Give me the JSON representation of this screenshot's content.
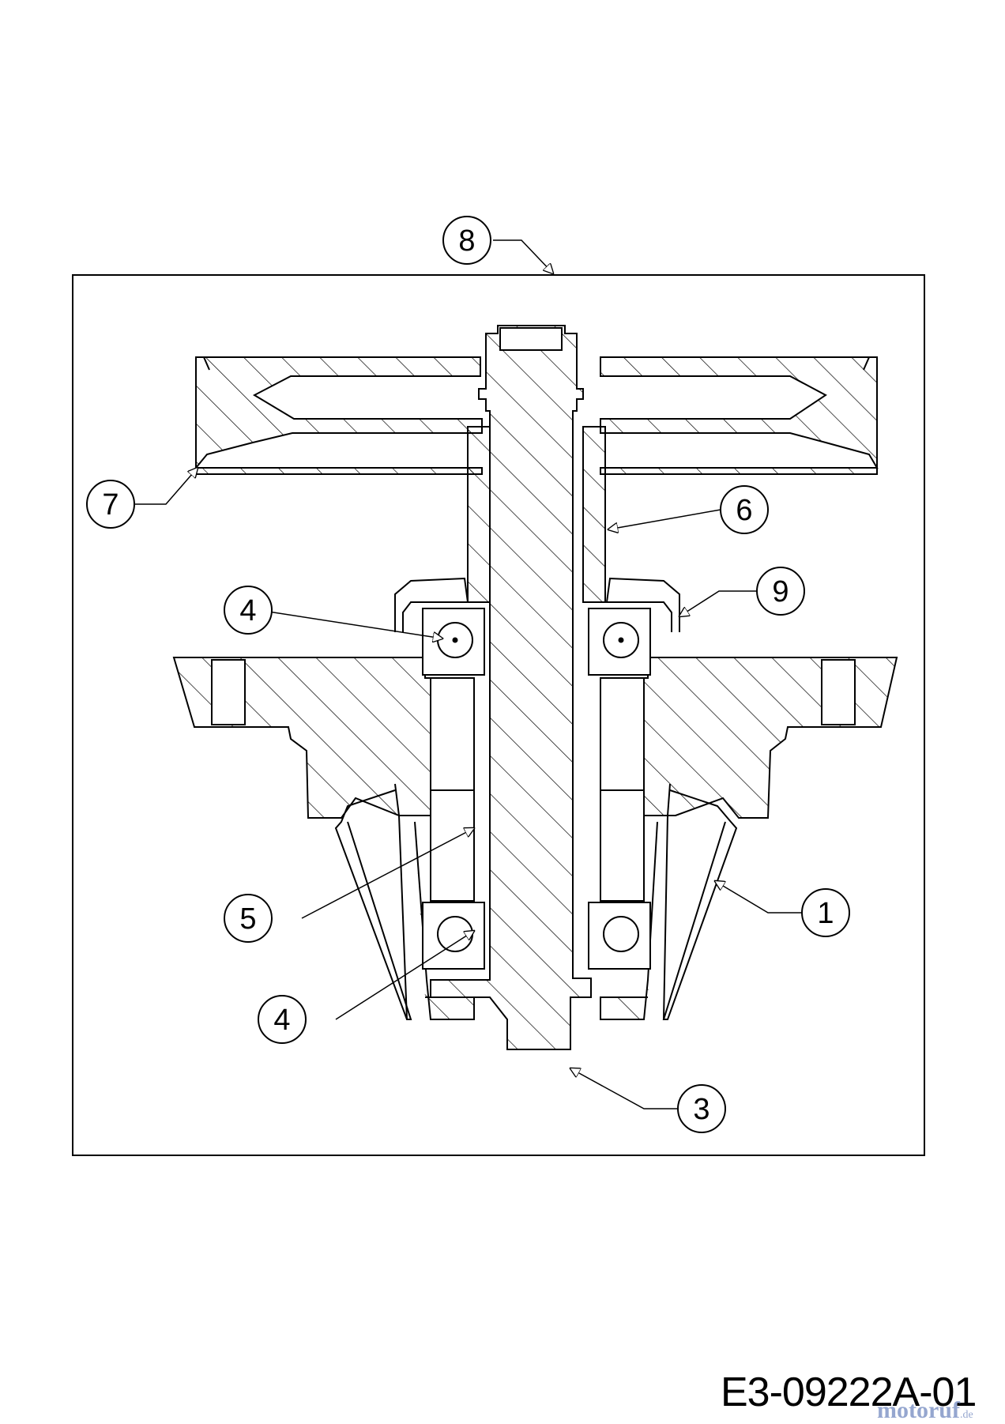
{
  "diagram": {
    "callouts": [
      "8",
      "7",
      "6",
      "4",
      "9",
      "5",
      "1",
      "4",
      "3"
    ]
  },
  "footer": {
    "doc_code": "E3-09222A-01",
    "watermark_main": "motoruf",
    "watermark_tld": ".de"
  }
}
